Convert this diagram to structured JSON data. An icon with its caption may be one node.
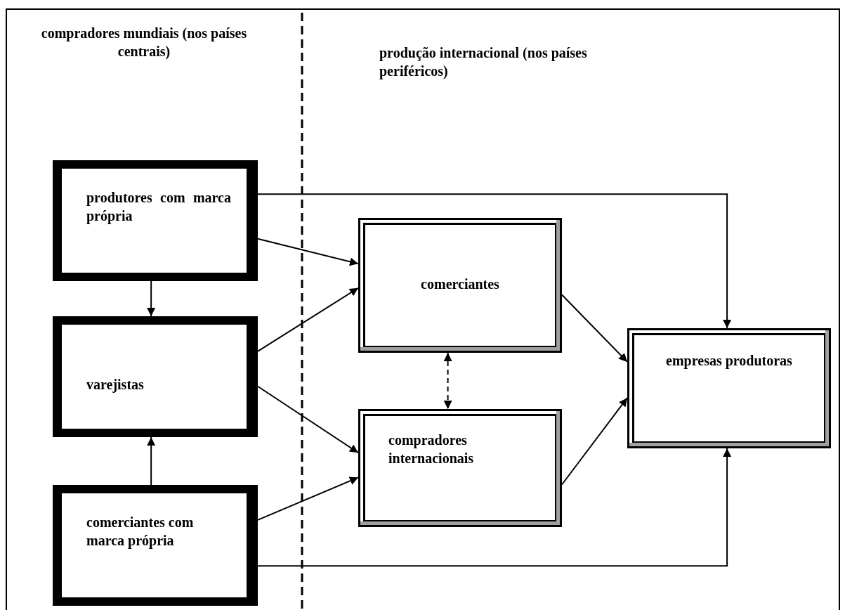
{
  "diagram": {
    "nodes": [
      {
        "text": [
          "produtores com marca própria"
        ]
      },
      {
        "text": [
          "varejistas"
        ]
      },
      {
        "text": [
          "comerciantes com marca própria"
        ]
      },
      {
        "text": [
          "comerciantes"
        ]
      },
      {
        "text": [
          "compradores internacionais"
        ]
      },
      {
        "text": [
          "empresas produtoras"
        ]
      }
    ],
    "edges": [
      {
        "from": 0,
        "to": 5,
        "arrow": "to"
      },
      {
        "from": 0,
        "to": 3,
        "arrow": "to"
      },
      {
        "from": 0,
        "to": 1,
        "arrow": "to"
      },
      {
        "from": 1,
        "to": 3,
        "arrow": "to"
      },
      {
        "from": 1,
        "to": 4,
        "arrow": "to"
      },
      {
        "from": 2,
        "to": 1,
        "arrow": "to"
      },
      {
        "from": 2,
        "to": 4,
        "arrow": "to"
      },
      {
        "from": 2,
        "to": 5,
        "arrow": "to"
      },
      {
        "from": 3,
        "to": 4,
        "arrow": "both",
        "style": "dashed"
      },
      {
        "from": 3,
        "to": 5,
        "arrow": "to"
      },
      {
        "from": 4,
        "to": 5,
        "arrow": "to"
      }
    ],
    "labels": [
      "compradores mundiais (nos países centrais)",
      "produção internacional (nos países periféricos)"
    ]
  }
}
